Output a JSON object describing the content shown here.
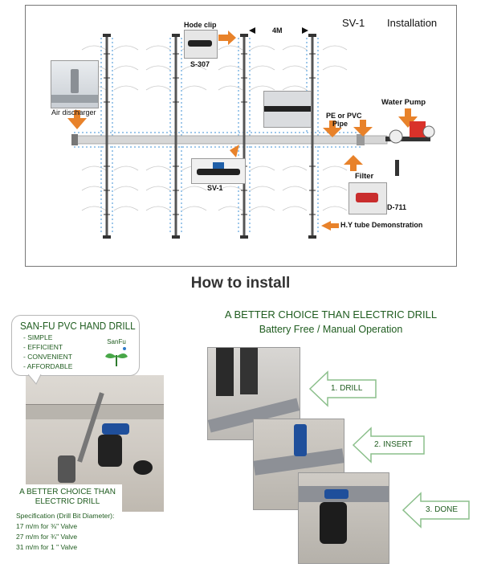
{
  "diagram": {
    "sv1_label": "SV-1",
    "installation_label": "Installation",
    "hose_clip_label": "Hode clip",
    "hose_clip_code": "S-307",
    "spacing_label": "4M",
    "air_discharger_label": "Air discharger",
    "pipe_label_line1": "PE or PVC",
    "pipe_label_line2": "Pipe",
    "water_pump_label": "Water Pump",
    "sv1_valve_label": "SV-1",
    "filter_label": "Filter",
    "filter_code": "D-711",
    "hy_tube_label": "H.Y tube Demonstration",
    "colors": {
      "arrow": "#e8822a",
      "pipe": "#cfcfcf",
      "water": "#9fc8ea",
      "pump": "#d9322a"
    }
  },
  "section_title": "How to install",
  "left_panel": {
    "bubble_title": "SAN-FU PVC HAND DRILL",
    "bullets": [
      "- SIMPLE",
      "- EFFICIENT",
      "- CONVENIENT",
      "- AFFORDABLE"
    ],
    "brand_logo_text": "SanFu",
    "spec_title_line1": "A BETTER CHOICE THAN",
    "spec_title_line2": "ELECTRIC DRILL",
    "spec_lines": [
      "Specification (Drill Bit Diameter):",
      "17 m/m for ⅜\" Valve",
      "27 m/m for ¾\" Valve",
      "31 m/m for  1 \" Valve"
    ]
  },
  "right_panel": {
    "title_line1": "A BETTER CHOICE THAN ELECTRIC DRILL",
    "title_line2": "Battery Free / Manual Operation",
    "steps": [
      "1. DRILL",
      "2. INSERT",
      "3. DONE"
    ],
    "colors": {
      "accent": "#1f5c1f"
    }
  }
}
